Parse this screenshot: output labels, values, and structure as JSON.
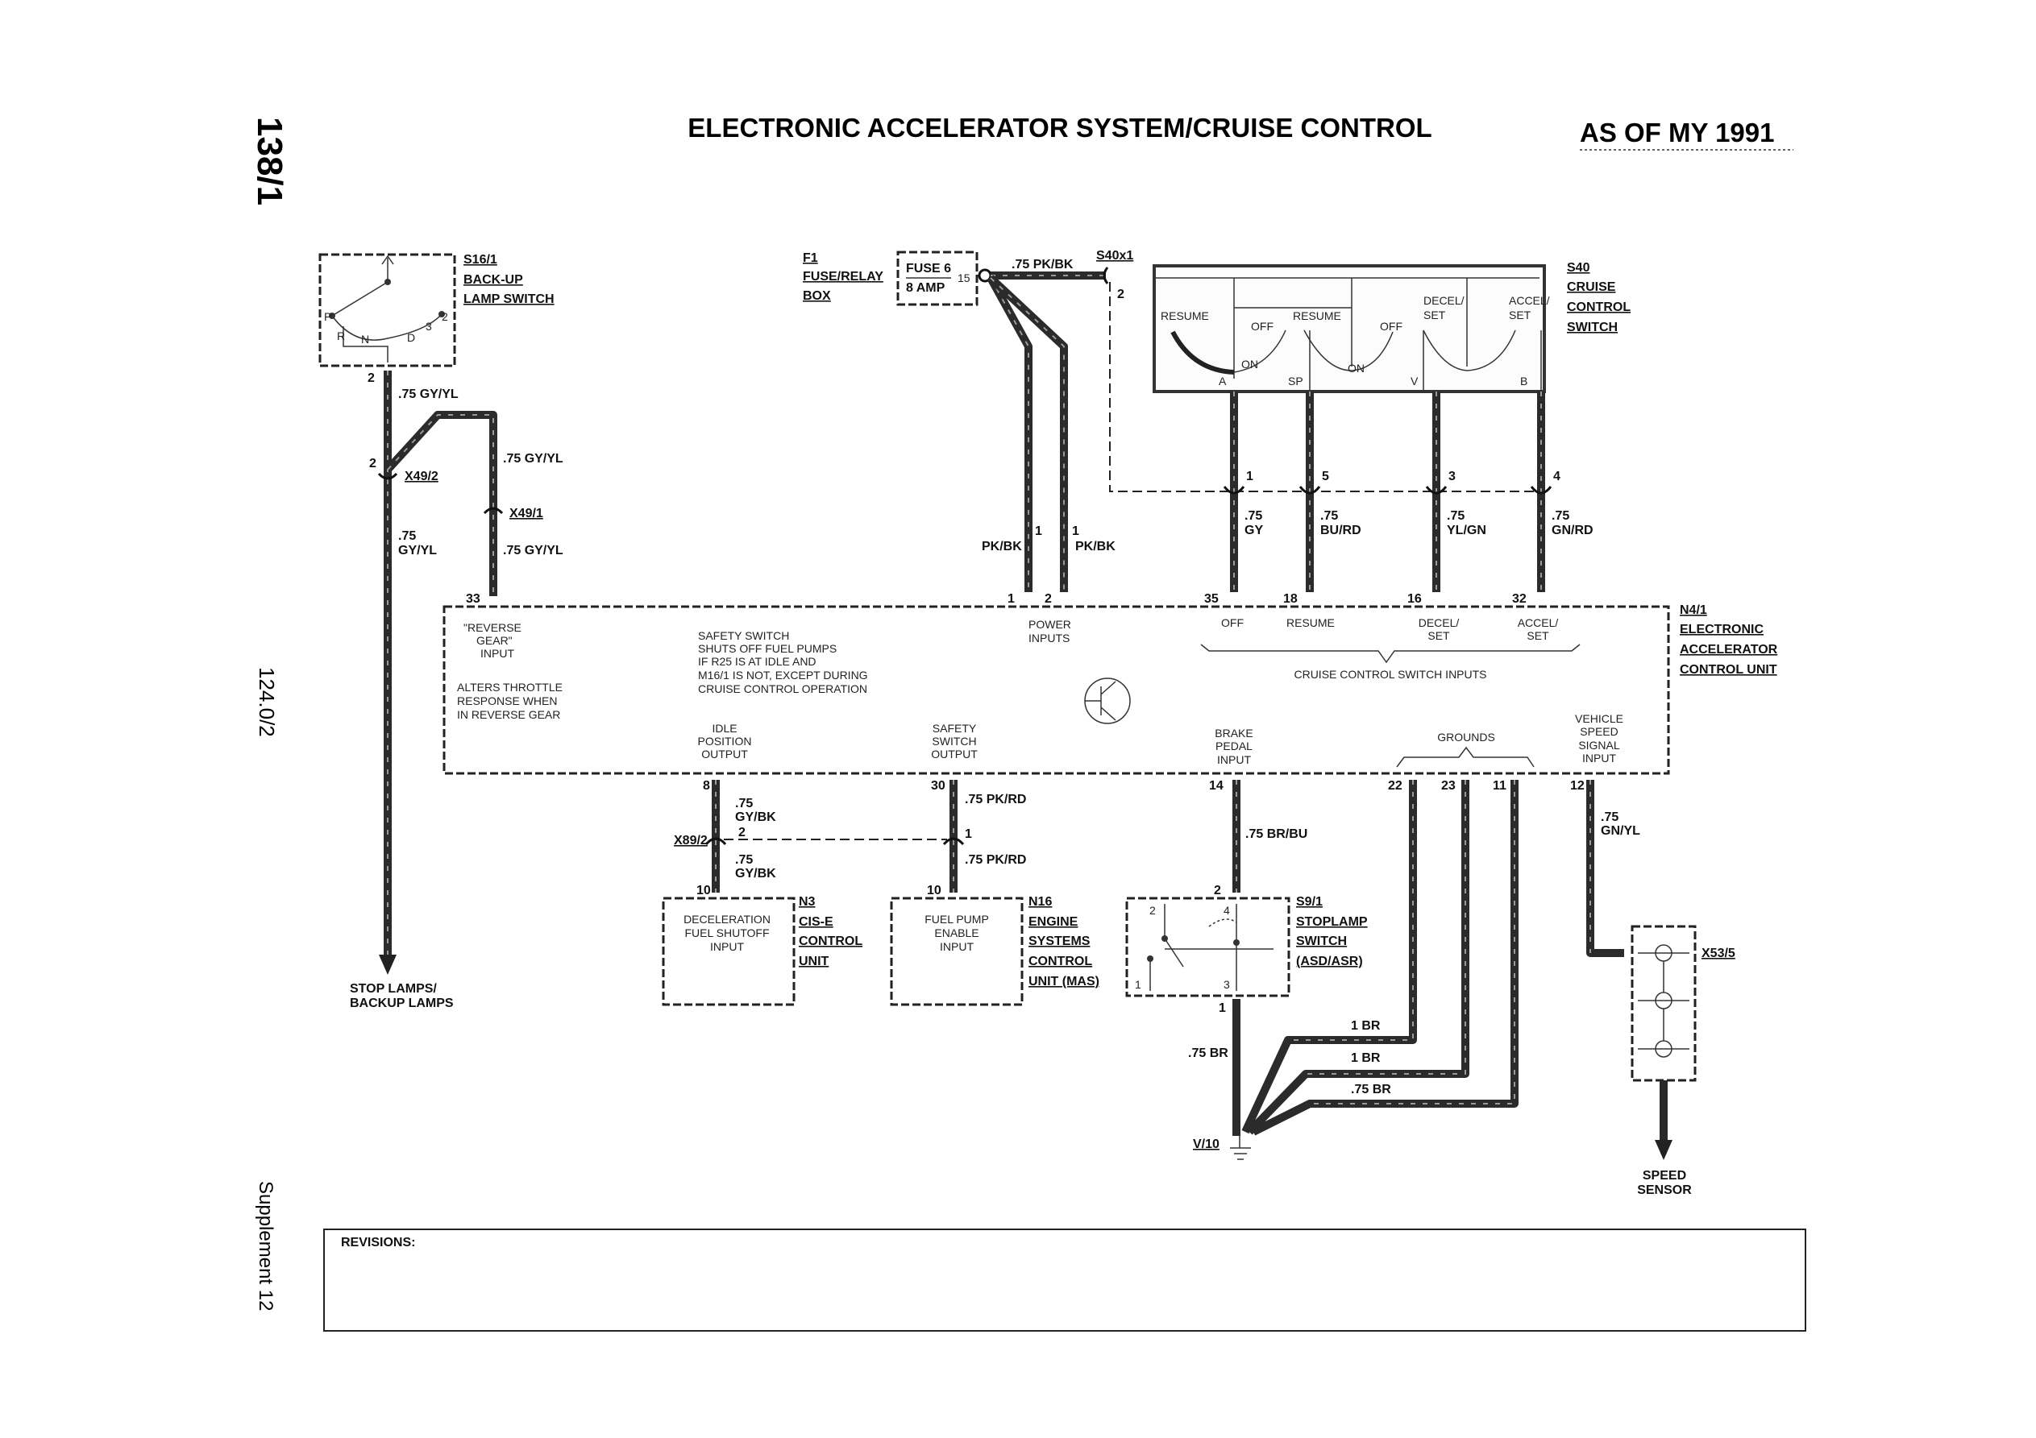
{
  "header": {
    "title": "ELECTRONIC ACCELERATOR SYSTEM/CRUISE CONTROL",
    "as_of": "AS OF MY 1991",
    "page_number": "138/1",
    "model": "124.0/2",
    "supplement": "Supplement 12"
  },
  "s16_1": {
    "id": "S16/1",
    "name": [
      "BACK-UP",
      "LAMP SWITCH"
    ],
    "positions": [
      "P",
      "R",
      "N",
      "D",
      "3",
      "2"
    ],
    "pin": "2"
  },
  "left_wires": {
    "w1": ".75 GY/YL",
    "w2": ".75 GY/YL",
    "w3": ".75 GY/YL",
    "w4": [
      ".75",
      "GY/YL"
    ],
    "x49_2": "X49/2",
    "x49_2_pin": "2",
    "x49_1": "X49/1",
    "pin_33": "33",
    "destination": [
      "STOP LAMPS/",
      "BACKUP LAMPS"
    ]
  },
  "f1": {
    "id": "F1",
    "name": [
      "FUSE/RELAY",
      "BOX"
    ],
    "fuse": "FUSE 6",
    "rating": "8 AMP",
    "terminal": "15"
  },
  "power": {
    "wire": ".75 PK/BK",
    "s40x1": "S40x1",
    "s40x1_pin": "2",
    "left_pin": "1",
    "left_color": "PK/BK",
    "right_pin": "1",
    "right_color": "PK/BK",
    "n4_pin1": "1",
    "n4_pin2": "2"
  },
  "s40": {
    "id": "S40",
    "name": [
      "CRUISE",
      "CONTROL",
      "SWITCH"
    ],
    "labels": {
      "resume1": "RESUME",
      "off1": "OFF",
      "on1": "ON",
      "resume2": "RESUME",
      "off2": "OFF",
      "on2": "ON",
      "decel": "DECEL/",
      "decel_set": "SET",
      "accel": "ACCEL/",
      "accel_set": "SET"
    },
    "terminals": [
      "A",
      "SP",
      "V",
      "B"
    ],
    "connector_pins": [
      "1",
      "5",
      "3",
      "4"
    ],
    "wires": [
      [
        ".75",
        "GY"
      ],
      [
        ".75",
        "BU/RD"
      ],
      [
        ".75",
        "YL/GN"
      ],
      [
        ".75",
        "GN/RD"
      ]
    ],
    "n4_pins": [
      "35",
      "18",
      "16",
      "32"
    ]
  },
  "n4_1": {
    "id": "N4/1",
    "name": [
      "ELECTRONIC",
      "ACCELERATOR",
      "CONTROL UNIT"
    ],
    "reverse_input": [
      "\"REVERSE",
      "GEAR\"",
      "INPUT"
    ],
    "reverse_note": [
      "ALTERS THROTTLE",
      "RESPONSE WHEN",
      "IN REVERSE GEAR"
    ],
    "safety_note": [
      "SAFETY SWITCH",
      "SHUTS OFF FUEL PUMPS",
      "IF R25 IS AT IDLE AND",
      "M16/1 IS NOT, EXCEPT DURING",
      "CRUISE CONTROL OPERATION"
    ],
    "power_inputs": [
      "POWER",
      "INPUTS"
    ],
    "idle_output": [
      "IDLE",
      "POSITION",
      "OUTPUT"
    ],
    "safety_output": [
      "SAFETY",
      "SWITCH",
      "OUTPUT"
    ],
    "switch_inputs": {
      "off": "OFF",
      "resume": "RESUME",
      "decel": [
        "DECEL/",
        "SET"
      ],
      "accel": [
        "ACCEL/",
        "SET"
      ],
      "caption": "CRUISE CONTROL SWITCH INPUTS"
    },
    "brake_input": [
      "BRAKE",
      "PEDAL",
      "INPUT"
    ],
    "grounds": "GROUNDS",
    "speed_input": [
      "VEHICLE",
      "SPEED",
      "SIGNAL",
      "INPUT"
    ],
    "bottom_pins": {
      "p8": "8",
      "p30": "30",
      "p14": "14",
      "p22": "22",
      "p23": "23",
      "p11": "11",
      "p12": "12"
    }
  },
  "lower": {
    "gybk_top": [
      ".75",
      "GY/BK"
    ],
    "x89_pin": "2",
    "x89": "X89/2",
    "gybk_bottom": [
      ".75",
      "GY/BK"
    ],
    "n3_pin": "10",
    "pkrd_top": ".75 PK/RD",
    "pkrd_conn_pin": "1",
    "pkrd_bottom": ".75 PK/RD",
    "n16_pin": "10",
    "brbu": ".75 BR/BU",
    "s9_top_pin": "2",
    "s9_bottom_pin": "1",
    "br_s9": ".75 BR",
    "ground_wires": [
      "1 BR",
      "1 BR",
      ".75 BR"
    ],
    "ground": "V/10",
    "gnyl": [
      ".75",
      "GN/YL"
    ],
    "x53": "X53/5",
    "speed_sensor": [
      "SPEED",
      "SENSOR"
    ]
  },
  "n3": {
    "id": "N3",
    "name": [
      "CIS-E",
      "CONTROL",
      "UNIT"
    ],
    "input": [
      "DECELERATION",
      "FUEL SHUTOFF",
      "INPUT"
    ]
  },
  "n16": {
    "id": "N16",
    "name": [
      "ENGINE",
      "SYSTEMS",
      "CONTROL",
      "UNIT (MAS)"
    ],
    "input": [
      "FUEL PUMP",
      "ENABLE",
      "INPUT"
    ]
  },
  "s9_1": {
    "id": "S9/1",
    "name": [
      "STOPLAMP",
      "SWITCH",
      "(ASD/ASR)"
    ],
    "pins": [
      "2",
      "4",
      "1",
      "3"
    ]
  },
  "revisions": {
    "label": "REVISIONS:"
  }
}
